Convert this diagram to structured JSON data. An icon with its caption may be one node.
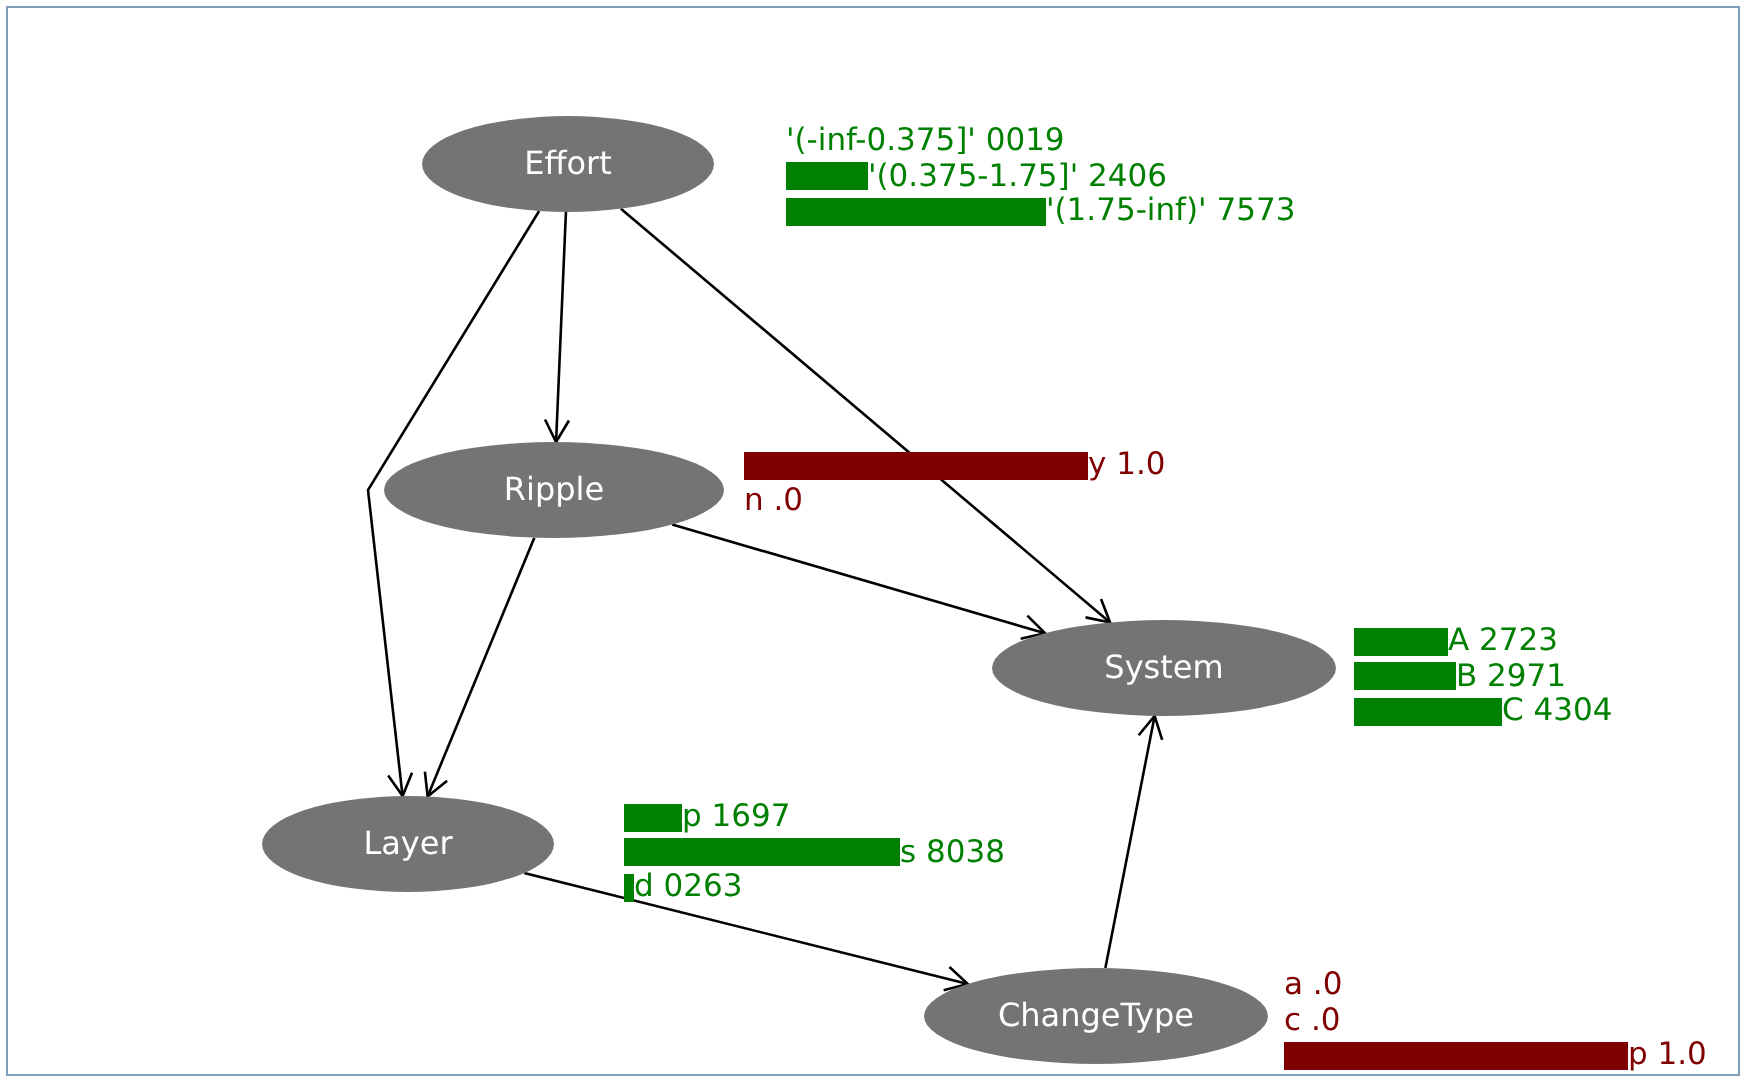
{
  "diagram": {
    "nodes": [
      {
        "text": [
          "Effort"
        ]
      },
      {
        "text": [
          "Ripple"
        ]
      },
      {
        "text": [
          "System"
        ]
      },
      {
        "text": [
          "Layer"
        ]
      },
      {
        "text": [
          "ChangeType"
        ]
      }
    ],
    "edges": [
      {
        "from": 0,
        "to": 1,
        "arrow": "to"
      },
      {
        "from": 0,
        "to": 3,
        "arrow": "to"
      },
      {
        "from": 0,
        "to": 2,
        "arrow": "to"
      },
      {
        "from": 1,
        "to": 3,
        "arrow": "to"
      },
      {
        "from": 1,
        "to": 2,
        "arrow": "to"
      },
      {
        "from": 3,
        "to": 4,
        "arrow": "to"
      },
      {
        "from": 4,
        "to": 2,
        "arrow": "to"
      }
    ],
    "labels": [
      "'(-inf-0.375]' 0019",
      "'(0.375-1.75]' 2406",
      "'(1.75-inf)' 7573",
      "y 1.0",
      "n .0",
      "A 2723",
      "B 2971",
      "C 4304",
      "p 1697",
      "s 8038",
      "d 0263",
      "a .0",
      "c .0",
      "p 1.0"
    ]
  }
}
